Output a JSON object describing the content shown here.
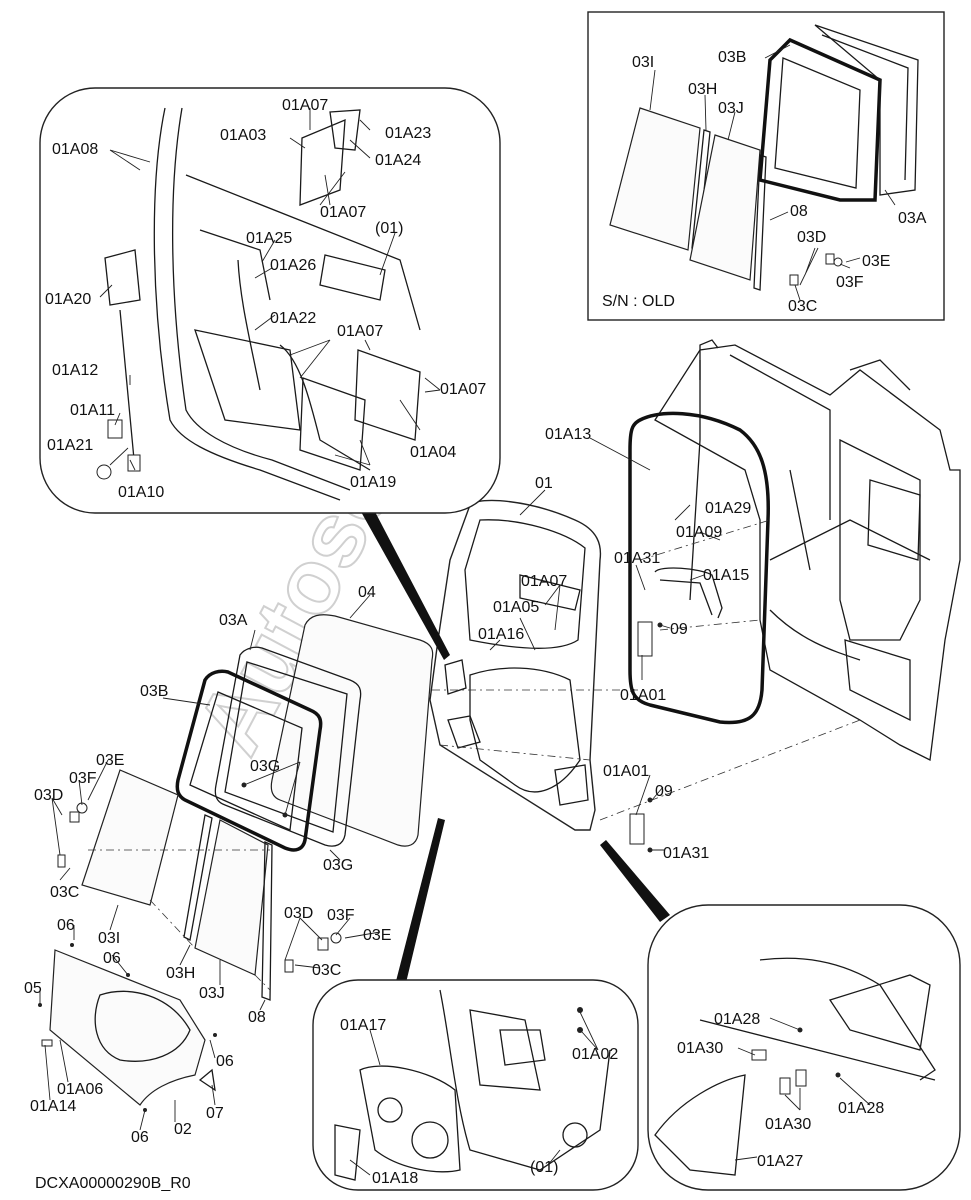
{
  "drawing_code": "DCXA00000290B_R0",
  "watermark": "Autosoft",
  "inset_old": {
    "caption": "S/N : OLD",
    "labels": [
      "03I",
      "03B",
      "03H",
      "03J",
      "08",
      "03A",
      "03D",
      "03E",
      "03F",
      "03C"
    ]
  },
  "inset_top_left": {
    "labels": [
      "01A07",
      "01A03",
      "01A23",
      "01A08",
      "01A24",
      "01A07",
      "01A25",
      "(01)",
      "01A20",
      "01A26",
      "01A22",
      "01A07",
      "01A12",
      "01A07",
      "01A11",
      "01A04",
      "01A21",
      "01A10",
      "01A19"
    ]
  },
  "main": {
    "labels": [
      "01A13",
      "01",
      "01A29",
      "01A09",
      "01A31",
      "01A15",
      "01A07",
      "01A05",
      "01A16",
      "09",
      "01A01",
      "04",
      "03A",
      "03B",
      "03G",
      "03E",
      "03F",
      "03D",
      "03C",
      "03G",
      "06",
      "03I",
      "06",
      "03H",
      "03J",
      "08",
      "03D",
      "03F",
      "03E",
      "03C",
      "05",
      "06",
      "01A06",
      "01A14",
      "07",
      "06",
      "02",
      "01A01",
      "09",
      "01A31"
    ]
  },
  "inset_bottom_center": {
    "labels": [
      "01A17",
      "01A02",
      "01A18",
      "(01)"
    ]
  },
  "inset_bottom_right": {
    "labels": [
      "01A28",
      "01A30",
      "01A30",
      "01A28",
      "01A27"
    ]
  }
}
